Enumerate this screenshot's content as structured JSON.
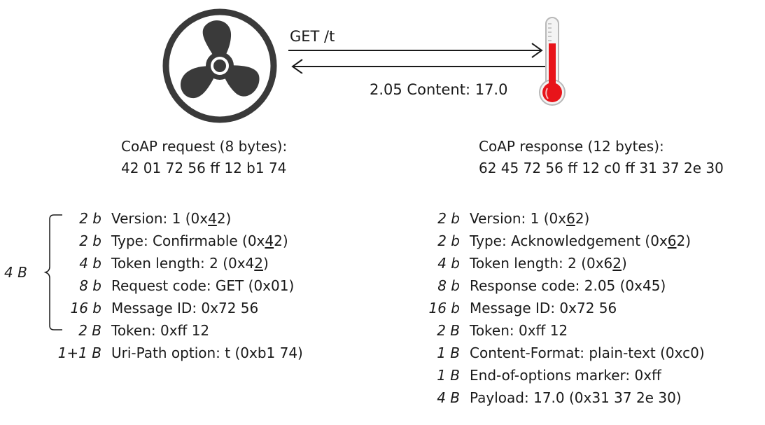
{
  "exchange": {
    "request_label": "GET /t",
    "response_label": "2.05 Content: 17.0"
  },
  "request": {
    "title": "CoAP request (8 bytes):",
    "bytes": "42 01 72 56 ff 12 b1 74",
    "group_label": "4 B",
    "rows": [
      {
        "size": "2 b",
        "pre": "Version: 1 (0x",
        "u": "4",
        "post": "2)"
      },
      {
        "size": "2 b",
        "pre": "Type: Confirmable (0x",
        "u": "4",
        "post": "2)"
      },
      {
        "size": "4 b",
        "pre": "Token length: 2 (0x4",
        "u": "2",
        "post": ")"
      },
      {
        "size": "8 b",
        "pre": "Request code: GET (0x01)",
        "u": "",
        "post": ""
      },
      {
        "size": "16 b",
        "pre": "Message ID: 0x72 56",
        "u": "",
        "post": ""
      },
      {
        "size": "2 B",
        "pre": "Token: 0xff 12",
        "u": "",
        "post": ""
      },
      {
        "size": "1+1 B",
        "pre": "Uri-Path option: t (0xb1 74)",
        "u": "",
        "post": ""
      }
    ]
  },
  "response": {
    "title": "CoAP response (12 bytes):",
    "bytes": "62 45 72 56 ff 12 c0 ff 31 37 2e 30",
    "rows": [
      {
        "size": "2 b",
        "pre": "Version: 1 (0x",
        "u": "6",
        "post": "2)"
      },
      {
        "size": "2 b",
        "pre": "Type: Acknowledgement (0x",
        "u": "6",
        "post": "2)"
      },
      {
        "size": "4 b",
        "pre": "Token length: 2 (0x6",
        "u": "2",
        "post": ")"
      },
      {
        "size": "8 b",
        "pre": "Response code: 2.05 (0x45)",
        "u": "",
        "post": ""
      },
      {
        "size": "16 b",
        "pre": "Message ID: 0x72 56",
        "u": "",
        "post": ""
      },
      {
        "size": "2 B",
        "pre": "Token: 0xff 12",
        "u": "",
        "post": ""
      },
      {
        "size": "1 B",
        "pre": "Content-Format: plain-text (0xc0)",
        "u": "",
        "post": ""
      },
      {
        "size": "1 B",
        "pre": "End-of-options marker: 0xff",
        "u": "",
        "post": ""
      },
      {
        "size": "4 B",
        "pre": "Payload: 17.0 (0x31 37 2e 30)",
        "u": "",
        "post": ""
      }
    ]
  },
  "icons": {
    "client": "fan-icon",
    "server": "thermometer-icon",
    "thermo_color": "#e8141a"
  }
}
